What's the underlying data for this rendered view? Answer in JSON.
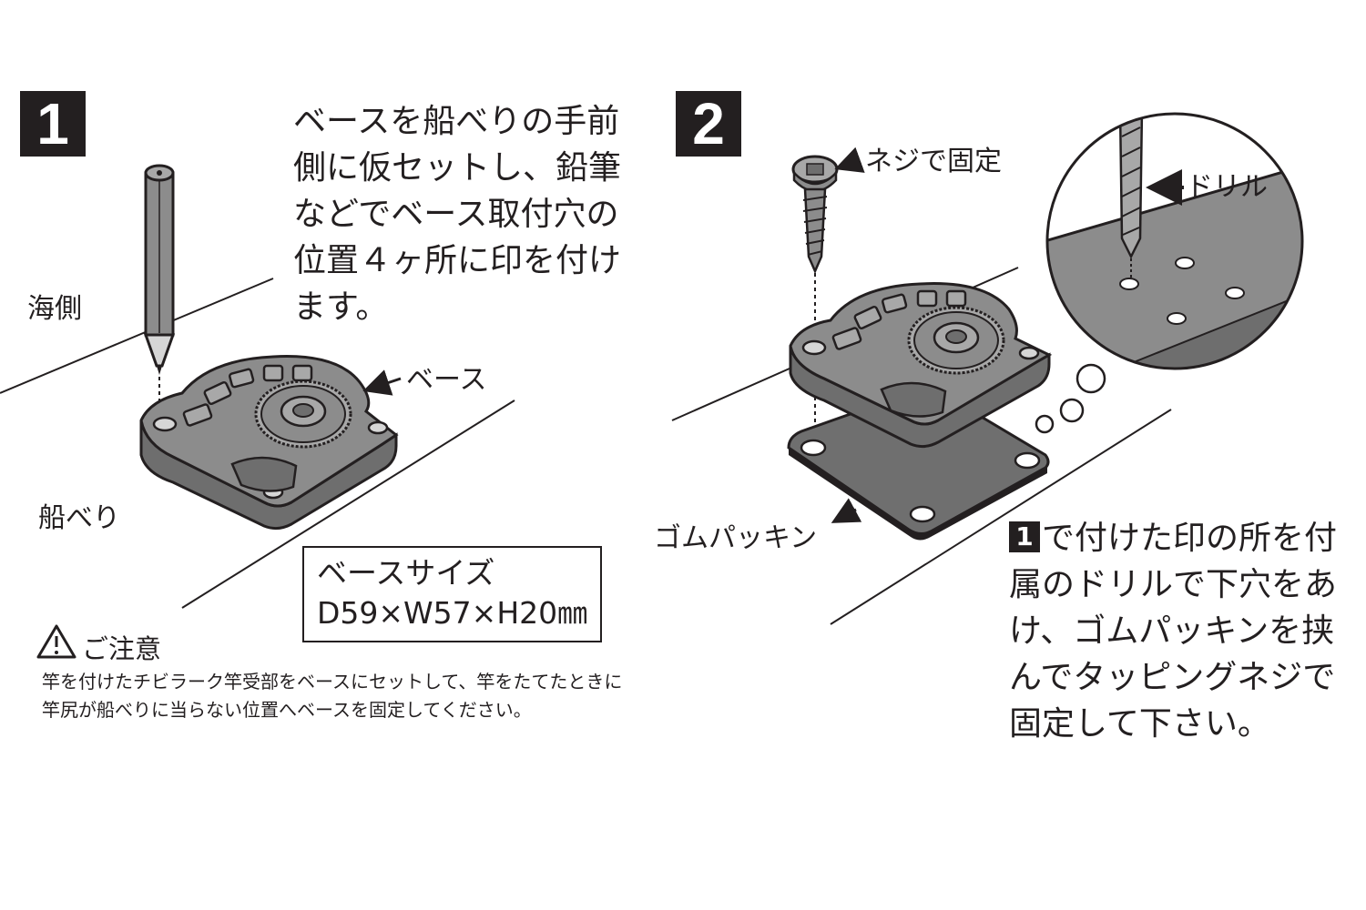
{
  "step1": {
    "number": "1",
    "instruction_lines": [
      "ベースを船べりの手前",
      "側に仮セットし、鉛筆",
      "などでベース取付穴の",
      "位置４ヶ所に印を付け",
      "ます。"
    ],
    "label_sea_side": "海側",
    "label_gunwale": "船べり",
    "label_base": "ベース",
    "size_box": {
      "title": "ベースサイズ",
      "dimensions": "D59×W57×H20㎜"
    }
  },
  "caution": {
    "icon": "warning-triangle-icon",
    "title": "ご注意",
    "lines": [
      "竿を付けたチビラーク竿受部をベースにセットして、竿をたてたときに",
      "竿尻が船べりに当らない位置へベースを固定してください。"
    ]
  },
  "step2": {
    "number": "2",
    "label_screw": "ネジで固定",
    "label_drill": "ドリル",
    "label_gasket": "ゴムパッキン",
    "ref_badge": "1",
    "instruction_first_line_rest": "で付けた印の所を付",
    "instruction_lines": [
      "属のドリルで下穴をあ",
      "け、ゴムパッキンを挟",
      "んでタッピングネジで",
      "固定して下さい。"
    ]
  },
  "colors": {
    "ink": "#231f20",
    "part_fill": "#8c8c8c",
    "part_light": "#a8a8a8",
    "part_dark": "#6e6e6e",
    "gasket": "#6f6f6f"
  }
}
